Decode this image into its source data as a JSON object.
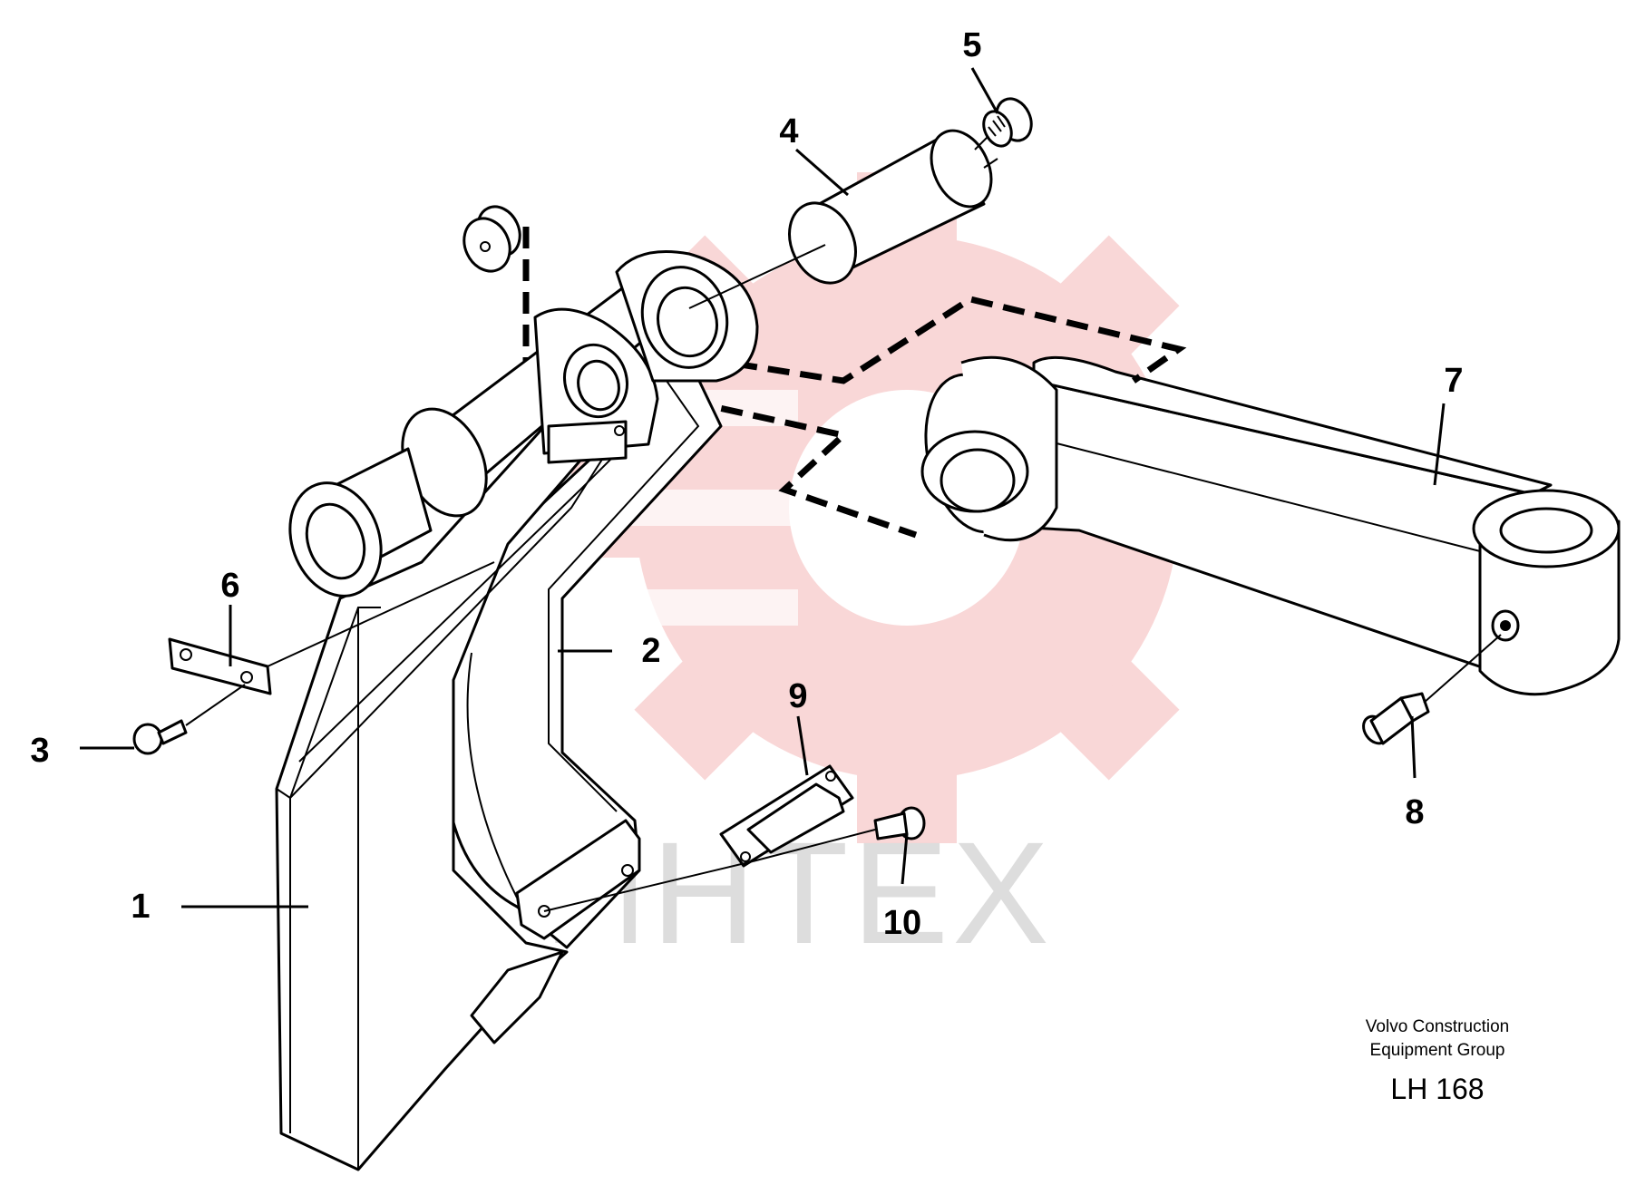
{
  "diagram": {
    "callouts": [
      "1",
      "2",
      "3",
      "4",
      "5",
      "6",
      "7",
      "8",
      "9",
      "10"
    ],
    "watermark": {
      "text": "ИНТЕХ",
      "gear_color": "#f8d0d0",
      "text_color": "#d8d8d8"
    },
    "caption": {
      "line1": "Volvo Construction",
      "line2": "Equipment Group",
      "code": "LH 168"
    }
  }
}
